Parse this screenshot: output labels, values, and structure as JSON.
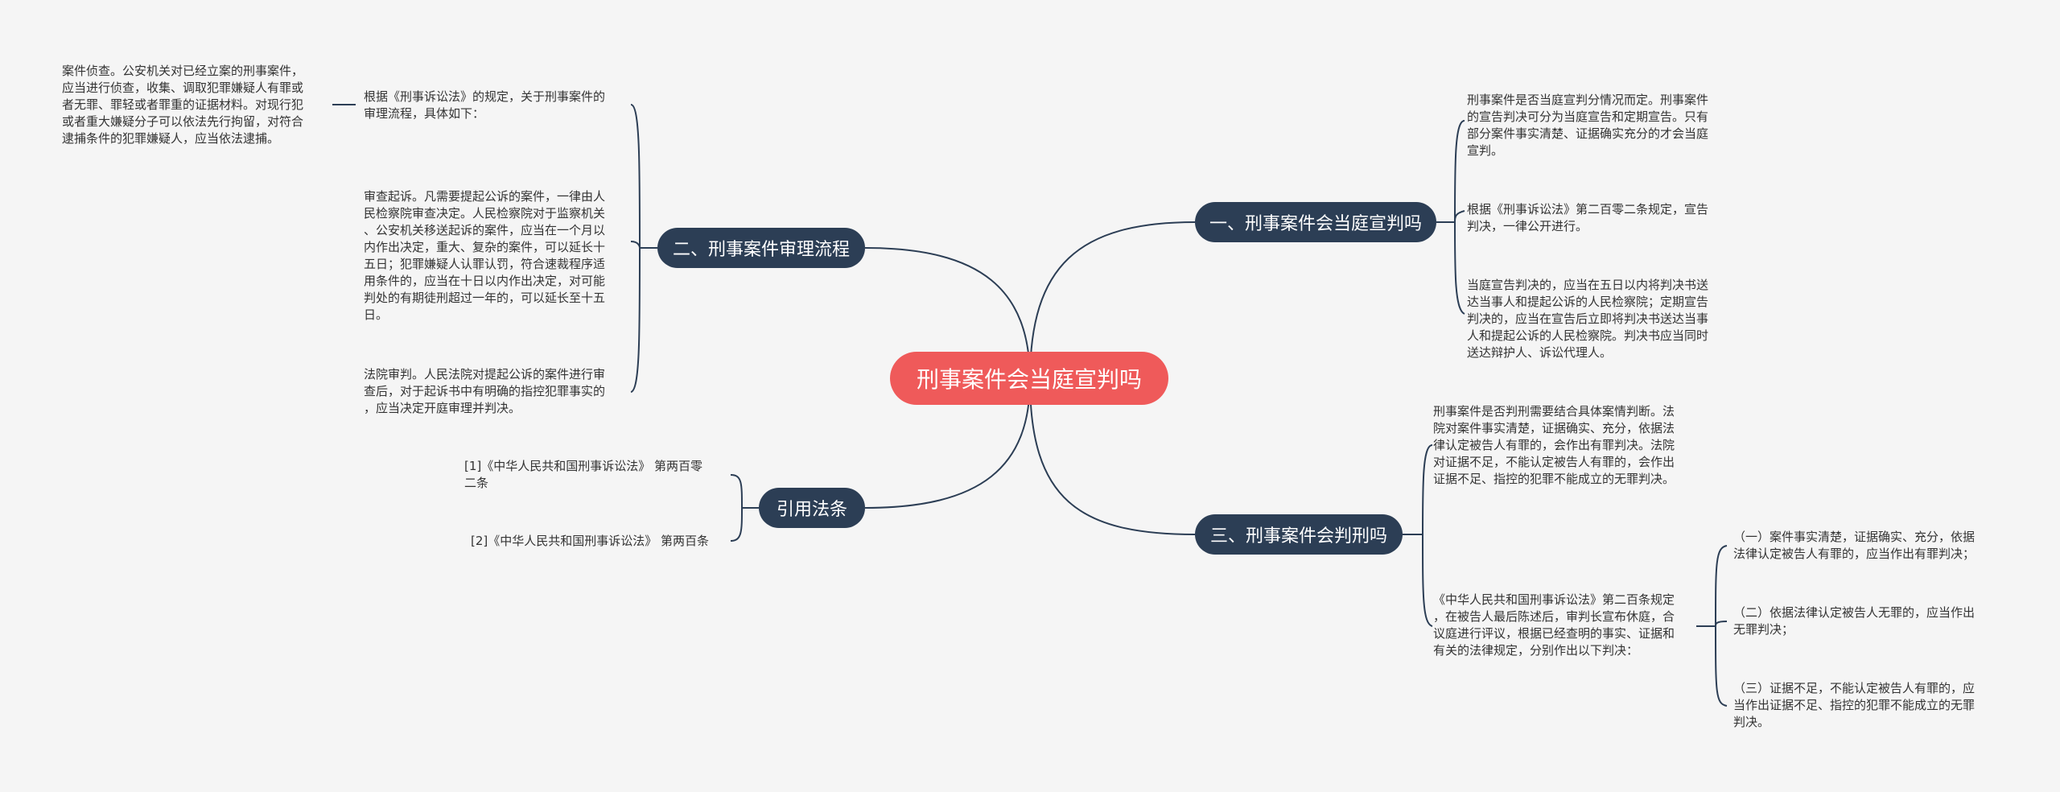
{
  "root": "刑事案件会当庭宣判吗",
  "branches": {
    "b1": "一、刑事案件会当庭宣判吗",
    "b2": "二、刑事案件审理流程",
    "b3": "三、刑事案件会判刑吗",
    "b4": "引用法条"
  },
  "texts": {
    "b1_1": "刑事案件是否当庭宣判分情况而定。刑事案件\n的宣告判决可分为当庭宣告和定期宣告。只有\n部分案件事实清楚、证据确实充分的才会当庭\n宣判。",
    "b1_2": "根据《刑事诉讼法》第二百零二条规定，宣告\n判决，一律公开进行。",
    "b1_3": "当庭宣告判决的，应当在五日以内将判决书送\n达当事人和提起公诉的人民检察院；定期宣告\n判决的，应当在宣告后立即将判决书送达当事\n人和提起公诉的人民检察院。判决书应当同时\n送达辩护人、诉讼代理人。",
    "b2_1": "根据《刑事诉讼法》的规定，关于刑事案件的\n审理流程，具体如下：",
    "b2_1a": "案件侦查。公安机关对已经立案的刑事案件，\n应当进行侦查，收集、调取犯罪嫌疑人有罪或\n者无罪、罪轻或者罪重的证据材料。对现行犯\n或者重大嫌疑分子可以依法先行拘留，对符合\n逮捕条件的犯罪嫌疑人，应当依法逮捕。",
    "b2_2": "审查起诉。凡需要提起公诉的案件，一律由人\n民检察院审查决定。人民检察院对于监察机关\n、公安机关移送起诉的案件，应当在一个月以\n内作出决定，重大、复杂的案件，可以延长十\n五日；犯罪嫌疑人认罪认罚，符合速裁程序适\n用条件的，应当在十日以内作出决定，对可能\n判处的有期徒刑超过一年的，可以延长至十五\n日。",
    "b2_3": "法院审判。人民法院对提起公诉的案件进行审\n查后，对于起诉书中有明确的指控犯罪事实的\n，应当决定开庭审理并判决。",
    "b3_1": "刑事案件是否判刑需要结合具体案情判断。法\n院对案件事实清楚，证据确实、充分，依据法\n律认定被告人有罪的，会作出有罪判决。法院\n对证据不足，不能认定被告人有罪的，会作出\n证据不足、指控的犯罪不能成立的无罪判决。",
    "b3_2": "《中华人民共和国刑事诉讼法》第二百条规定\n，在被告人最后陈述后，审判长宣布休庭，合\n议庭进行评议，根据已经查明的事实、证据和\n有关的法律规定，分别作出以下判决：",
    "b3_2a": "（一）案件事实清楚，证据确实、充分，依据\n法律认定被告人有罪的，应当作出有罪判决；",
    "b3_2b": "（二）依据法律认定被告人无罪的，应当作出\n无罪判决；",
    "b3_2c": "（三）证据不足，不能认定被告人有罪的，应\n当作出证据不足、指控的犯罪不能成立的无罪\n判决。",
    "b4_1": "[1]《中华人民共和国刑事诉讼法》 第两百零\n二条",
    "b4_2": "[2]《中华人民共和国刑事诉讼法》 第两百条"
  },
  "colors": {
    "background": "#f5f5f5",
    "root": "#ef5a5a",
    "branch": "#2c3e55",
    "line": "#2c3e55"
  }
}
